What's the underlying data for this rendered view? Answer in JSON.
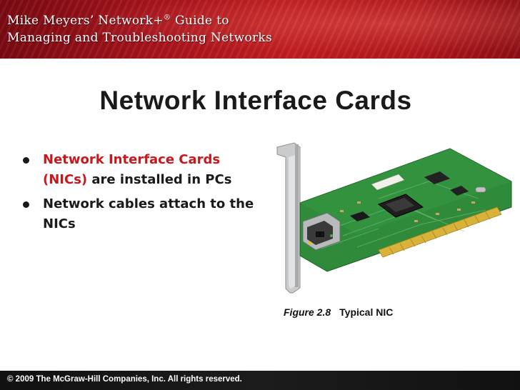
{
  "header": {
    "line1": "Mike Meyers’ Network+",
    "line1_mark": "®",
    "line1_end": " Guide to",
    "line2": "Managing and Troubleshooting Networks"
  },
  "slide": {
    "title": "Network Interface Cards",
    "bullets": [
      {
        "highlight": "Network Interface Cards (NICs)",
        "text": " are installed in PCs"
      },
      {
        "highlight": "",
        "text": "Network cables attach to the NICs"
      }
    ],
    "figure": {
      "icon": "network-interface-card-photo",
      "label": "Figure 2.8",
      "caption": "Typical NIC"
    }
  },
  "footer": {
    "copyright": "© 2009 The McGraw-Hill Companies, Inc. All rights reserved."
  },
  "colors": {
    "banner": "#b3181c",
    "highlight": "#c8181e",
    "pcb": "#2f8a3a",
    "footer": "#111111"
  }
}
